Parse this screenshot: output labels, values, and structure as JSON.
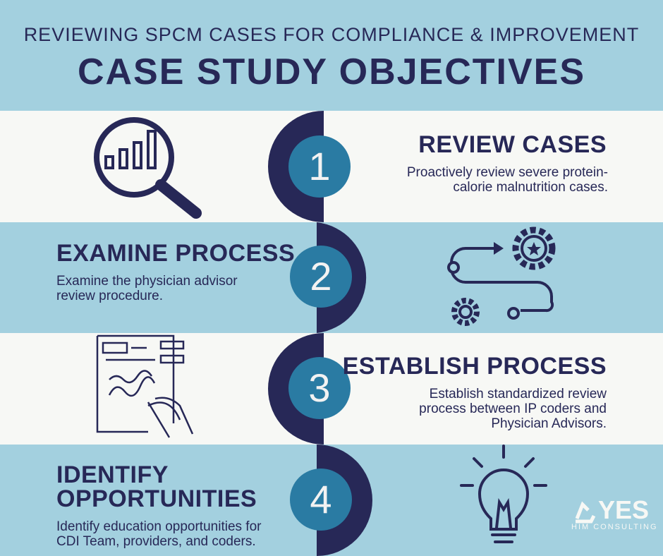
{
  "header": {
    "subtitle": "REVIEWING SPCM CASES FOR COMPLIANCE & IMPROVEMENT",
    "title": "CASE STUDY OBJECTIVES"
  },
  "steps": [
    {
      "number": "1",
      "heading": "REVIEW CASES",
      "text": [
        "Proactively review severe protein-",
        "calorie malnutrition cases."
      ],
      "icon": "magnifier-chart-icon"
    },
    {
      "number": "2",
      "heading": "EXAMINE PROCESS",
      "text": [
        "Examine the physician advisor",
        "review procedure."
      ],
      "icon": "gears-process-icon"
    },
    {
      "number": "3",
      "heading": "ESTABLISH PROCESS",
      "text": [
        "Establish standardized review",
        "process between IP coders and",
        "Physician Advisors."
      ],
      "icon": "hand-writing-document-icon"
    },
    {
      "number": "4",
      "heading": "IDENTIFY",
      "heading2": "OPPORTUNITIES",
      "text": [
        "Identify education opportunities for",
        "CDI Team, providers, and coders."
      ],
      "icon": "lightbulb-icon"
    }
  ],
  "logo": {
    "name": "YES",
    "tagline": "HIM CONSULTING"
  },
  "colors": {
    "navy": "#272857",
    "teal": "#2a7ba3",
    "light_blue": "#a3d0df",
    "off_white": "#f7f8f5"
  }
}
